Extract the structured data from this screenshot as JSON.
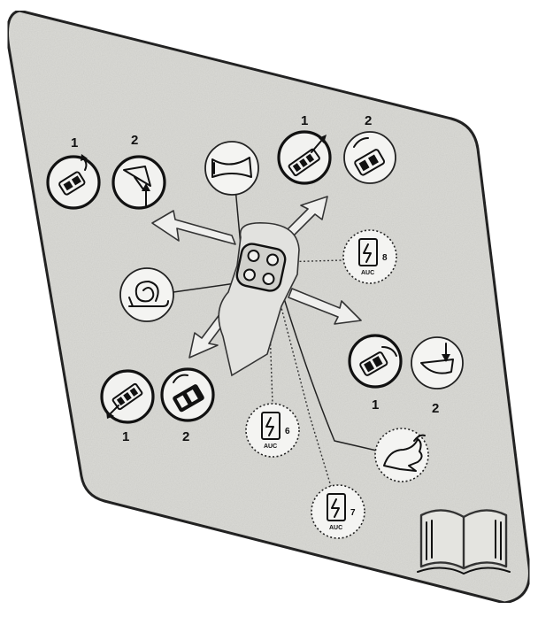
{
  "labels": {
    "top_left_1": "1",
    "top_left_2": "2",
    "top_right_1": "1",
    "top_right_2": "2",
    "right_1": "1",
    "right_2": "2",
    "bottom_left_1": "1",
    "bottom_left_2": "2",
    "gear_8": "8",
    "gear_6": "6",
    "gear_7": "7",
    "auto_text_a": "AUC",
    "auto_text_b": "AUC",
    "auto_text_c": "AUC"
  },
  "icons": [
    "loader-tilt-icon",
    "boom-raise-icon",
    "horn-icon",
    "boom-extend-icon",
    "attachment-tilt-icon",
    "transmission-gear-icon",
    "slow-speed-snail-icon",
    "fast-speed-rabbit-icon",
    "manual-book-icon"
  ],
  "colors": {
    "plate": "#dcdcd8",
    "ink": "#111111"
  }
}
